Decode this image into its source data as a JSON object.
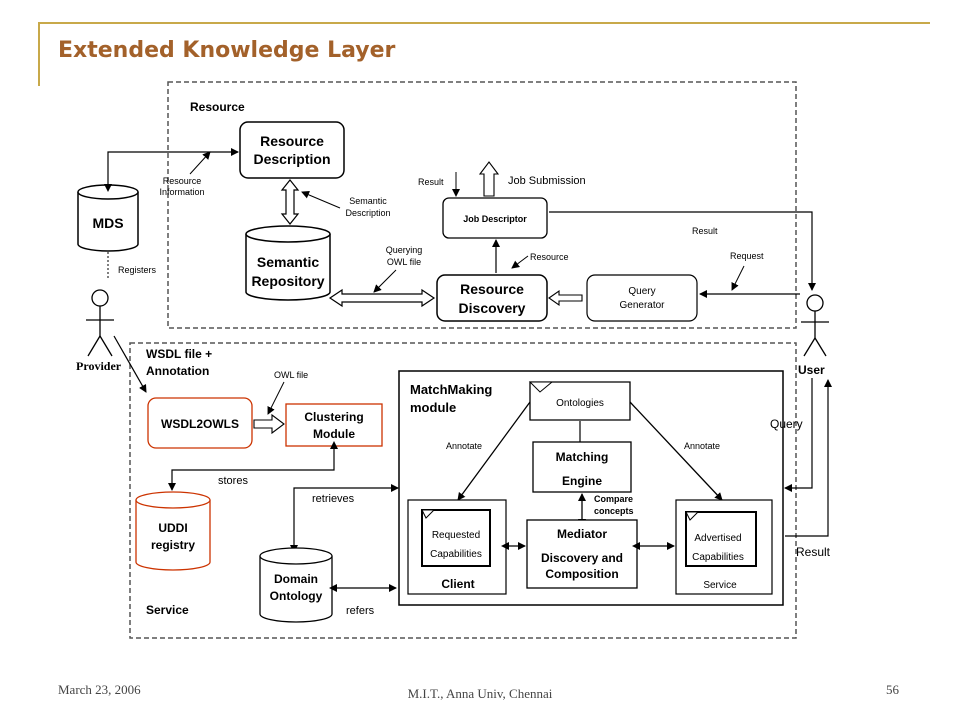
{
  "slide": {
    "title": "Extended Knowledge Layer",
    "footer_date": "March 23, 2006",
    "footer_center": "M.I.T., Anna Univ, Chennai",
    "page_number": "56"
  },
  "resource_layer": {
    "label": "Resource",
    "resource_description": [
      "Resource",
      "Description"
    ],
    "semantic_repository": [
      "Semantic",
      "Repository"
    ],
    "mds": "MDS",
    "resource_information": [
      "Resource",
      "Information"
    ],
    "semantic_description": [
      "Semantic",
      "Description"
    ],
    "registers": "Registers",
    "querying_owl": [
      "Querying",
      "OWL file"
    ],
    "job_descriptor": "Job Descriptor",
    "result_top": "Result",
    "job_submission": "Job Submission",
    "result_right": "Result",
    "resource_label": "Resource",
    "request": "Request",
    "resource_discovery": [
      "Resource",
      "Discovery"
    ],
    "query_generator": [
      "Query",
      "Generator"
    ]
  },
  "actors": {
    "provider": "Provider",
    "user": "User"
  },
  "service_layer": {
    "label": "Service",
    "wsdl_annotation": [
      "WSDL file +",
      "Annotation"
    ],
    "owl_file": "OWL file",
    "wsdl2owls": "WSDL2OWLS",
    "clustering": [
      "Clustering",
      "Module"
    ],
    "stores": "stores",
    "retrieves": "retrieves",
    "uddi": [
      "UDDI",
      "registry"
    ],
    "domain_ontology": [
      "Domain",
      "Ontology"
    ],
    "refers": "refers",
    "matchmaking": [
      "MatchMaking",
      "module"
    ],
    "ontologies": "Ontologies",
    "annotate_left": "Annotate",
    "annotate_right": "Annotate",
    "matching_engine": [
      "Matching",
      "Engine"
    ],
    "compare_concepts": [
      "Compare",
      "concepts"
    ],
    "requested": [
      "Requested",
      "Capabilities"
    ],
    "client": "Client",
    "mediator": [
      "Mediator",
      "Discovery and",
      "Composition"
    ],
    "advertised": [
      "Advertised",
      "Capabilities"
    ],
    "service_box": "Service",
    "query": "Query",
    "result": "Result"
  },
  "colors": {
    "accent": "#c8a94a",
    "title": "#a3612a",
    "service_box_edge": "#cc3300"
  }
}
